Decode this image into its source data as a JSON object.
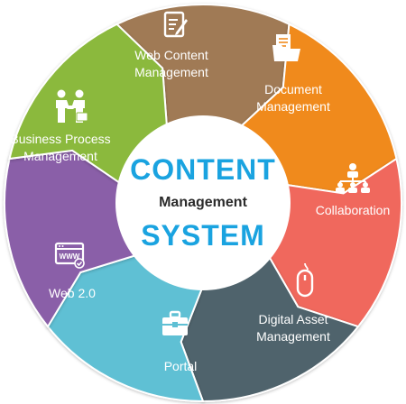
{
  "center": {
    "line1": "CONTENT",
    "line2": "Management",
    "line3": "SYSTEM"
  },
  "segments": [
    {
      "label": "Web Content Management",
      "icon": "edit-document-icon",
      "color": "#a07a55"
    },
    {
      "label": "Document Management",
      "icon": "folder-documents-icon",
      "color": "#f08a1e"
    },
    {
      "label": "Collaboration",
      "icon": "hierarchy-network-icon",
      "color": "#f0675d"
    },
    {
      "label": "Digital Asset Management",
      "icon": "mouse-icon",
      "color": "#4f636c"
    },
    {
      "label": "Portal",
      "icon": "briefcase-icon",
      "color": "#5fc0d4"
    },
    {
      "label": "Web 2.0",
      "icon": "browser-www-icon",
      "color": "#8a5ea8"
    },
    {
      "label": "Business Process Management",
      "icon": "handshake-icon",
      "color": "#8bb93d"
    }
  ],
  "colors": {
    "center_fill": "#ffffff",
    "title_blue": "#1aa3e0",
    "subtitle": "#2b2b2b"
  }
}
